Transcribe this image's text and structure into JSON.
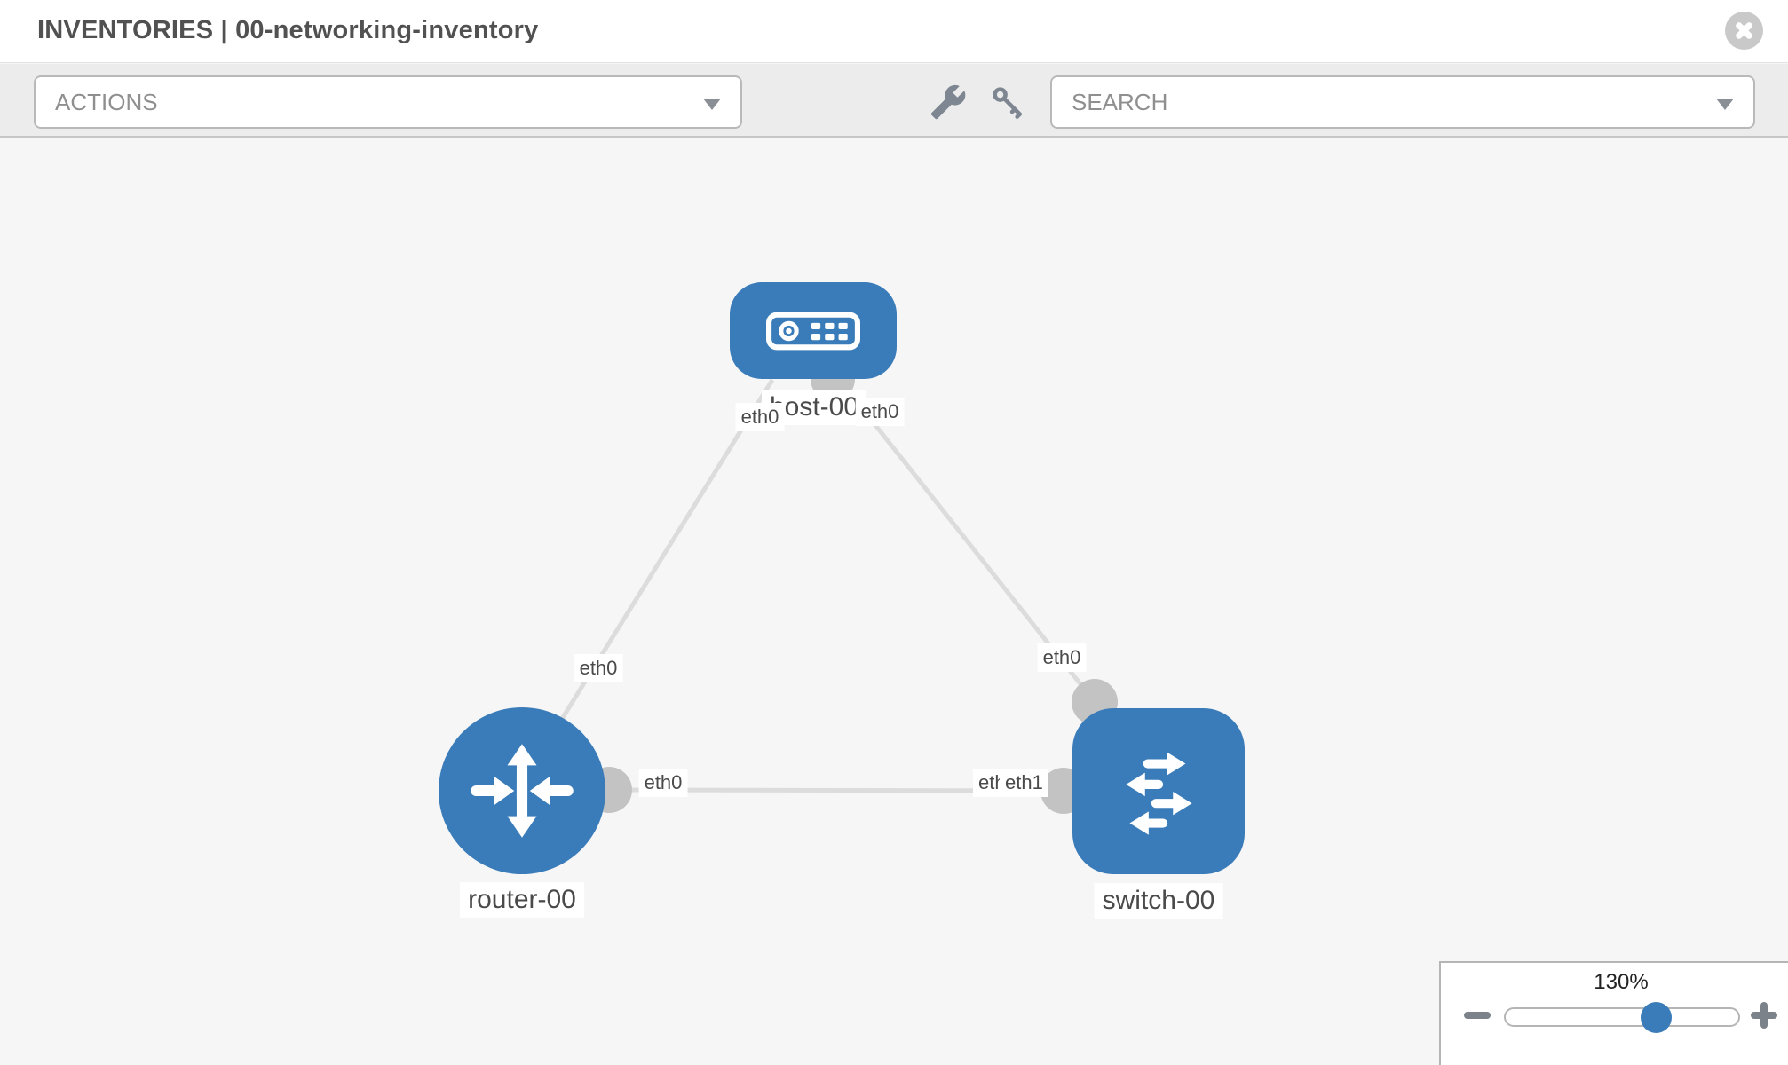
{
  "header": {
    "title": "INVENTORIES | 00-networking-inventory"
  },
  "toolbar": {
    "actions_label": "ACTIONS",
    "search_placeholder": "SEARCH",
    "icons": [
      "wrench-icon",
      "key-icon"
    ]
  },
  "topology": {
    "nodes": [
      {
        "id": "host-00",
        "type": "host",
        "label": "host-00"
      },
      {
        "id": "router-00",
        "type": "router",
        "label": "router-00"
      },
      {
        "id": "switch-00",
        "type": "switch",
        "label": "switch-00"
      }
    ],
    "links": [
      {
        "from": "host-00",
        "to": "router-00"
      },
      {
        "from": "host-00",
        "to": "switch-00"
      },
      {
        "from": "router-00",
        "to": "switch-00"
      }
    ],
    "interface_labels": [
      {
        "text": "eth0",
        "link": "host-router",
        "end": "host"
      },
      {
        "text": "eth0",
        "link": "host-switch",
        "end": "host"
      },
      {
        "text": "eth0",
        "link": "host-router",
        "end": "router"
      },
      {
        "text": "eth0",
        "link": "host-switch",
        "end": "switch"
      },
      {
        "text": "eth0",
        "link": "router-switch",
        "end": "router"
      },
      {
        "text": "eth0",
        "link": "router-switch",
        "end": "switch"
      },
      {
        "text": "eth1",
        "link": "router-switch",
        "end": "switch"
      }
    ]
  },
  "zoom_control": {
    "percent": "130%"
  },
  "colors": {
    "node_blue": "#3a7cb9",
    "link_gray": "#dcdcdc",
    "interface_bump_gray": "#c3c3c3",
    "toolbar_bg": "#ececec",
    "canvas_bg": "#f6f6f6",
    "icon_gray": "#7e8691"
  }
}
